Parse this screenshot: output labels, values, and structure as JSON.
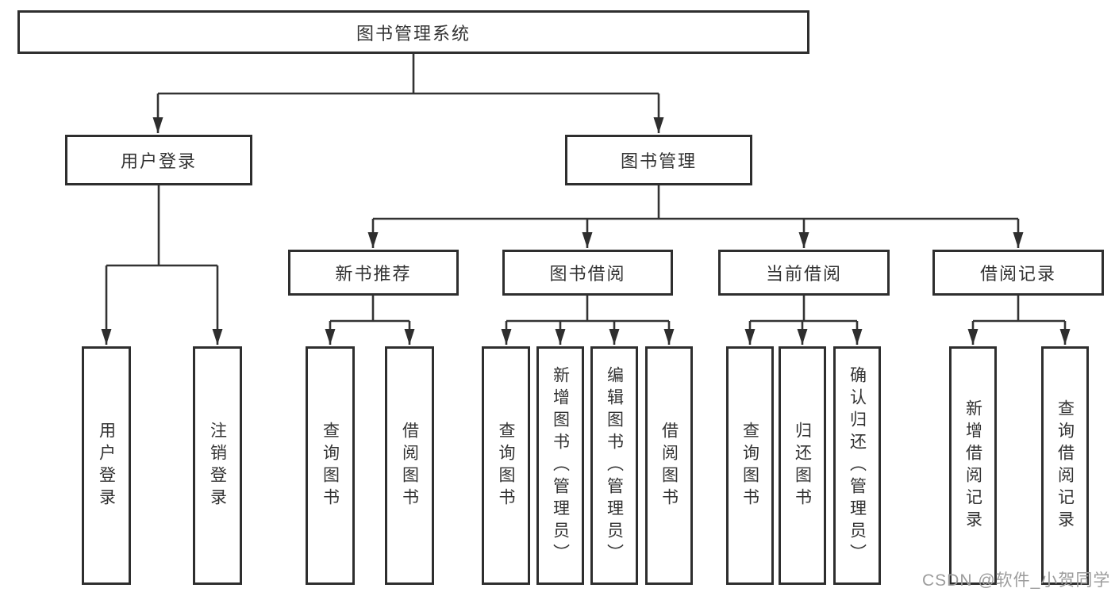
{
  "diagram": {
    "title": "图书管理系统",
    "root": {
      "label": "图书管理系统"
    },
    "level2": [
      {
        "label": "用户登录"
      },
      {
        "label": "图书管理"
      }
    ],
    "level3": [
      {
        "label": "新书推荐",
        "parent": "图书管理"
      },
      {
        "label": "图书借阅",
        "parent": "图书管理"
      },
      {
        "label": "当前借阅",
        "parent": "图书管理"
      },
      {
        "label": "借阅记录",
        "parent": "图书管理"
      }
    ],
    "leaves": [
      {
        "label": "用户登录",
        "parent": "用户登录"
      },
      {
        "label": "注销登录",
        "parent": "用户登录"
      },
      {
        "label": "查询图书",
        "parent": "新书推荐"
      },
      {
        "label": "借阅图书",
        "parent": "新书推荐"
      },
      {
        "label": "查询图书",
        "parent": "图书借阅"
      },
      {
        "label": "新增图书（管理员）",
        "parent": "图书借阅"
      },
      {
        "label": "编辑图书（管理员）",
        "parent": "图书借阅"
      },
      {
        "label": "借阅图书",
        "parent": "图书借阅"
      },
      {
        "label": "查询图书",
        "parent": "当前借阅"
      },
      {
        "label": "归还图书",
        "parent": "当前借阅"
      },
      {
        "label": "确认归还（管理员）",
        "parent": "当前借阅"
      },
      {
        "label": "新增借阅记录",
        "parent": "借阅记录"
      },
      {
        "label": "查询借阅记录",
        "parent": "借阅记录"
      }
    ],
    "colors": {
      "line": "#333333",
      "box_border": "#2e2e2e",
      "box_fill": "#ffffff",
      "text": "#333333",
      "watermark": "#9c9c9c",
      "background": "#ffffff"
    }
  },
  "watermark": "CSDN @软件_小贺同学"
}
